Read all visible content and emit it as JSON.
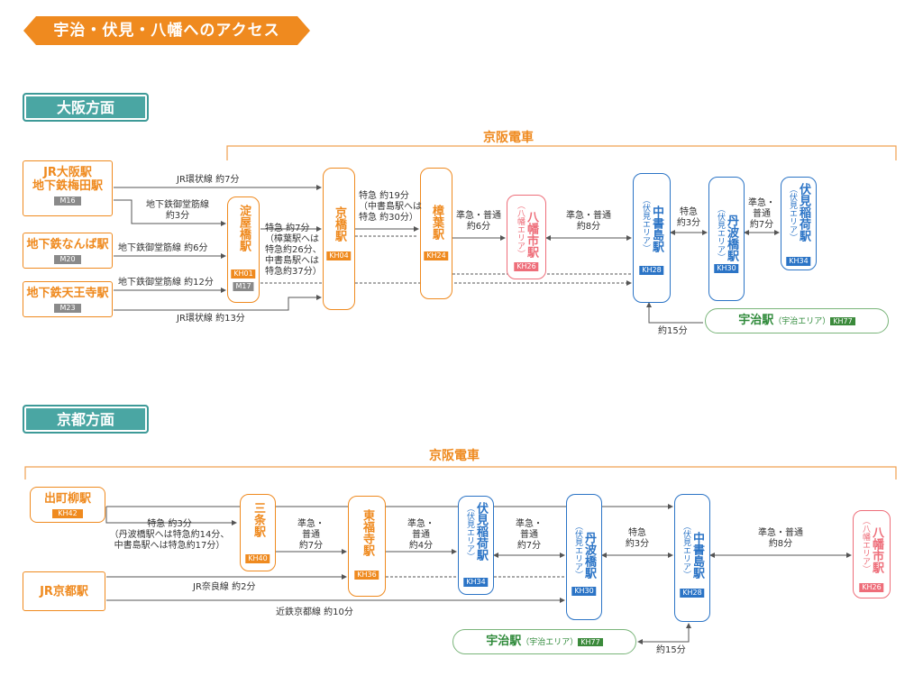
{
  "banner": {
    "title": "宇治・伏見・八幡へのアクセス"
  },
  "osaka": {
    "section_title": "大阪方面",
    "railway": "京阪電車",
    "origins": {
      "umeda": {
        "line1": "JR大阪駅",
        "line2": "地下鉄梅田駅",
        "code": "M16"
      },
      "namba": {
        "name": "地下鉄なんば駅",
        "code": "M20"
      },
      "tennoji": {
        "name": "地下鉄天王寺駅",
        "code": "M23"
      }
    },
    "stations": {
      "yodoyabashi": {
        "name": "淀屋橋駅",
        "code": "KH01",
        "code2": "M17"
      },
      "kyobashi": {
        "name": "京橋駅",
        "code": "KH04"
      },
      "kuzuha": {
        "name": "樟葉駅",
        "code": "KH24"
      },
      "yawatashi": {
        "name": "八幡市駅",
        "sub": "（八幡エリア）",
        "code": "KH26"
      },
      "chushojima": {
        "name": "中書島駅",
        "sub": "（伏見エリア）",
        "code": "KH28"
      },
      "tambabashi": {
        "name": "丹波橋駅",
        "sub": "（伏見エリア）",
        "code": "KH30"
      },
      "fushimiinari": {
        "name": "伏見稲荷駅",
        "sub": "（伏見エリア）",
        "code": "KH34"
      }
    },
    "uji": {
      "name": "宇治駅",
      "area": "（宇治エリア）",
      "code": "KH77"
    },
    "labels": {
      "jr_loop_7": "JR環状線 約7分",
      "midosuji_3a": "地下鉄御堂筋線",
      "midosuji_3b": "約3分",
      "midosuji_6": "地下鉄御堂筋線 約6分",
      "midosuji_12": "地下鉄御堂筋線 約12分",
      "jr_loop_13": "JR環状線 約13分",
      "tokkyu7_1": "特急 約7分",
      "tokkyu7_2": "（樟葉駅へは",
      "tokkyu7_3": "特急約26分、",
      "tokkyu7_4": "中書島駅へは",
      "tokkyu7_5": "特急約37分）",
      "tokkyu19_1": "特急 約19分",
      "tokkyu19_2": "（中書島駅へは",
      "tokkyu19_3": "特急 約30分）",
      "junkyu6_1": "準急・普通",
      "junkyu6_2": "約6分",
      "junkyu8_1": "準急・普通",
      "junkyu8_2": "約8分",
      "tokkyu3_1": "特急",
      "tokkyu3_2": "約3分",
      "junkyu7_1": "準急・",
      "junkyu7_2": "普通",
      "junkyu7_3": "約7分",
      "min15": "約15分"
    }
  },
  "kyoto": {
    "section_title": "京都方面",
    "railway": "京阪電車",
    "origins": {
      "demachi": {
        "name": "出町柳駅",
        "code": "KH42"
      },
      "jrkyoto": {
        "name": "JR京都駅"
      }
    },
    "stations": {
      "sanjo": {
        "name": "三条駅",
        "code": "KH40"
      },
      "higashifukakusa": {
        "name": "東福寺駅",
        "code": "KH36"
      },
      "fushimiinari": {
        "name": "伏見稲荷駅",
        "sub": "（伏見エリア）",
        "code": "KH34"
      },
      "tambabashi": {
        "name": "丹波橋駅",
        "sub": "（伏見エリア）",
        "code": "KH30"
      },
      "chushojima": {
        "name": "中書島駅",
        "sub": "（伏見エリア）",
        "code": "KH28"
      },
      "yawatashi": {
        "name": "八幡市駅",
        "sub": "（八幡エリア）",
        "code": "KH26"
      }
    },
    "uji": {
      "name": "宇治駅",
      "area": "（宇治エリア）",
      "code": "KH77"
    },
    "labels": {
      "tokkyu3_1": "特急 約3分",
      "tokkyu3_2": "（丹波橋駅へは特急約14分、",
      "tokkyu3_3": "中書島駅へは特急約17分）",
      "nara_2": "JR奈良線 約2分",
      "kintetsu_10": "近鉄京都線 約10分",
      "a1": "準急・",
      "a2": "普通",
      "a3": "約7分",
      "b1": "準急・",
      "b2": "普通",
      "b3": "約4分",
      "c1": "準急・",
      "c2": "普通",
      "c3": "約7分",
      "d1": "特急",
      "d2": "約3分",
      "e1": "準急・普通",
      "e2": "約8分",
      "min15": "約15分"
    }
  },
  "colors": {
    "orange": "#ef8a1f",
    "blue": "#2b74c6",
    "pink": "#ee6e7a",
    "green": "#3b8a3b",
    "teal": "#4aa6a3"
  }
}
